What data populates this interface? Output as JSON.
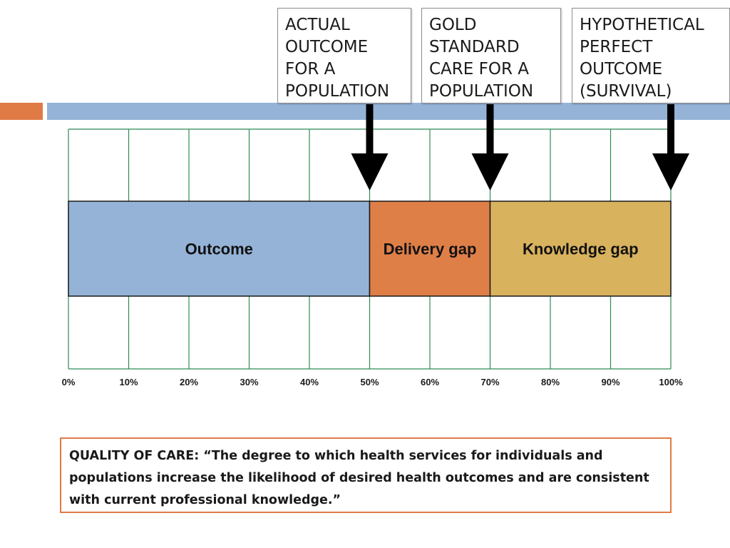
{
  "callouts": [
    {
      "text": "ACTUAL\nOUTCOME\nFOR A\nPOPULATION"
    },
    {
      "text": "GOLD\nSTANDARD\nCARE FOR A\nPOPULATION"
    },
    {
      "text": "HYPOTHETICAL\nPERFECT\nOUTCOME\n(SURVIVAL)"
    }
  ],
  "chart_data": {
    "type": "bar",
    "orientation": "horizontal-stacked",
    "x_ticks": [
      "0%",
      "10%",
      "20%",
      "30%",
      "40%",
      "50%",
      "60%",
      "70%",
      "80%",
      "90%",
      "100%"
    ],
    "xlim": [
      0,
      100
    ],
    "grid": true,
    "segments": [
      {
        "label": "Outcome",
        "start": 0,
        "end": 50,
        "color": "#95B3D7"
      },
      {
        "label": "Delivery gap",
        "start": 50,
        "end": 70,
        "color": "#DF7F48"
      },
      {
        "label": "Knowledge gap",
        "start": 70,
        "end": 100,
        "color": "#D9B25E"
      }
    ],
    "markers": [
      {
        "value": 50,
        "callout_index": 0
      },
      {
        "value": 70,
        "callout_index": 1
      },
      {
        "value": 100,
        "callout_index": 2
      }
    ]
  },
  "definition": {
    "term": "QUALITY OF CARE:",
    "text": "“The degree to which health services for individuals and populations increase the likelihood of desired health outcomes and are consistent with current professional knowledge.”"
  },
  "colors": {
    "grid": "#2e8b57",
    "accent_orange": "#E07B46",
    "accent_blue": "#95B3D7",
    "arrow": "#000000"
  }
}
